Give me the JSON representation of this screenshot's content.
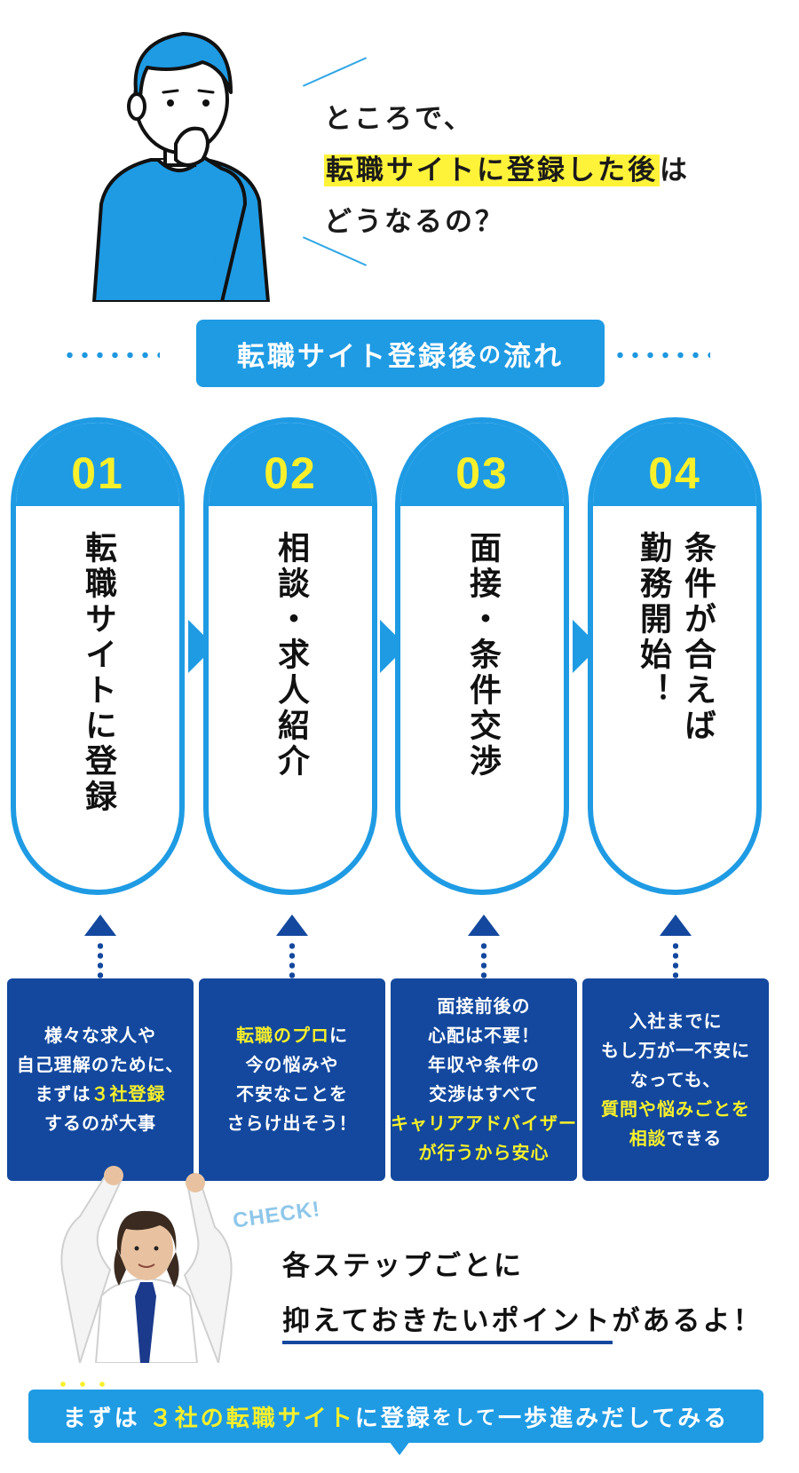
{
  "hero": {
    "line1": "ところで、",
    "line2_highlight": "転職サイトに登録した後",
    "line2_rest": "は",
    "line3": "どうなるの？"
  },
  "section": {
    "title_main": "転職サイト登録後",
    "title_small": "の",
    "title_end": "流れ"
  },
  "steps": [
    {
      "num": "01",
      "text": "転職サイトに登録"
    },
    {
      "num": "02",
      "text": "相談・求人紹介"
    },
    {
      "num": "03",
      "text": "面接・条件交渉"
    },
    {
      "num": "04",
      "col1": "条件が合えば",
      "col2": "勤務開始！"
    }
  ],
  "infos": [
    {
      "l1": "様々な求人や",
      "l2": "自己理解のために、",
      "l3a": "まずは",
      "l3b": "３社登録",
      "l4": "するのが大事"
    },
    {
      "l1a": "転職のプロ",
      "l1b": "に",
      "l2": "今の悩みや",
      "l3": "不安なことを",
      "l4": "さらけ出そう！"
    },
    {
      "l1": "面接前後の",
      "l2": "心配は不要！",
      "l3": "年収や条件の",
      "l4": "交渉はすべて",
      "l5": "キャリアアドバイザー",
      "l6": "が行うから安心"
    },
    {
      "l1": "入社までに",
      "l2": "もし万が一不安に",
      "l3": "なっても、",
      "l4": "質問や悩みごとを",
      "l5a": "相談",
      "l5b": "できる"
    }
  ],
  "check": {
    "label": "CHECK!",
    "line1": "各ステップごとに",
    "line2_underlined": "抑えておきたいポイント",
    "line2_rest": "があるよ！"
  },
  "banner": {
    "part1": "まずは",
    "part2": "３社の",
    "part3": "転職サイト",
    "part4": "に登録",
    "part5": "をして",
    "part6": "一歩進みだしてみる"
  },
  "colors": {
    "accent_blue": "#1f9be4",
    "navy": "#13489e",
    "highlight_yellow": "#f7f02b"
  }
}
